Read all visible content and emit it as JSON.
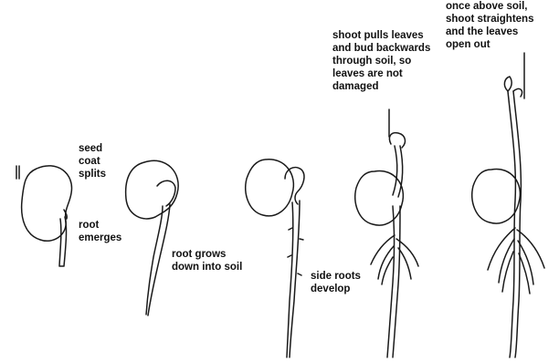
{
  "stages": [
    {
      "stage": 1,
      "labels": {
        "seed_coat": "seed\ncoat\nsplits",
        "root": "root\nemerges"
      }
    },
    {
      "stage": 2,
      "labels": {
        "root": "root grows\ndown into soil"
      }
    },
    {
      "stage": 3,
      "labels": {}
    },
    {
      "stage": 4,
      "labels": {
        "shoot": "shoot pulls leaves\nand bud backwards\nthrough soil, so\nleaves are not\ndamaged",
        "side_roots": "side roots\ndevelop"
      }
    },
    {
      "stage": 5,
      "labels": {
        "shoot": "once above soil,\nshoot straightens\nand the leaves\nopen out"
      }
    }
  ],
  "colors": {
    "line": "#1a1a1a",
    "text": "#111111",
    "background": "#ffffff"
  }
}
